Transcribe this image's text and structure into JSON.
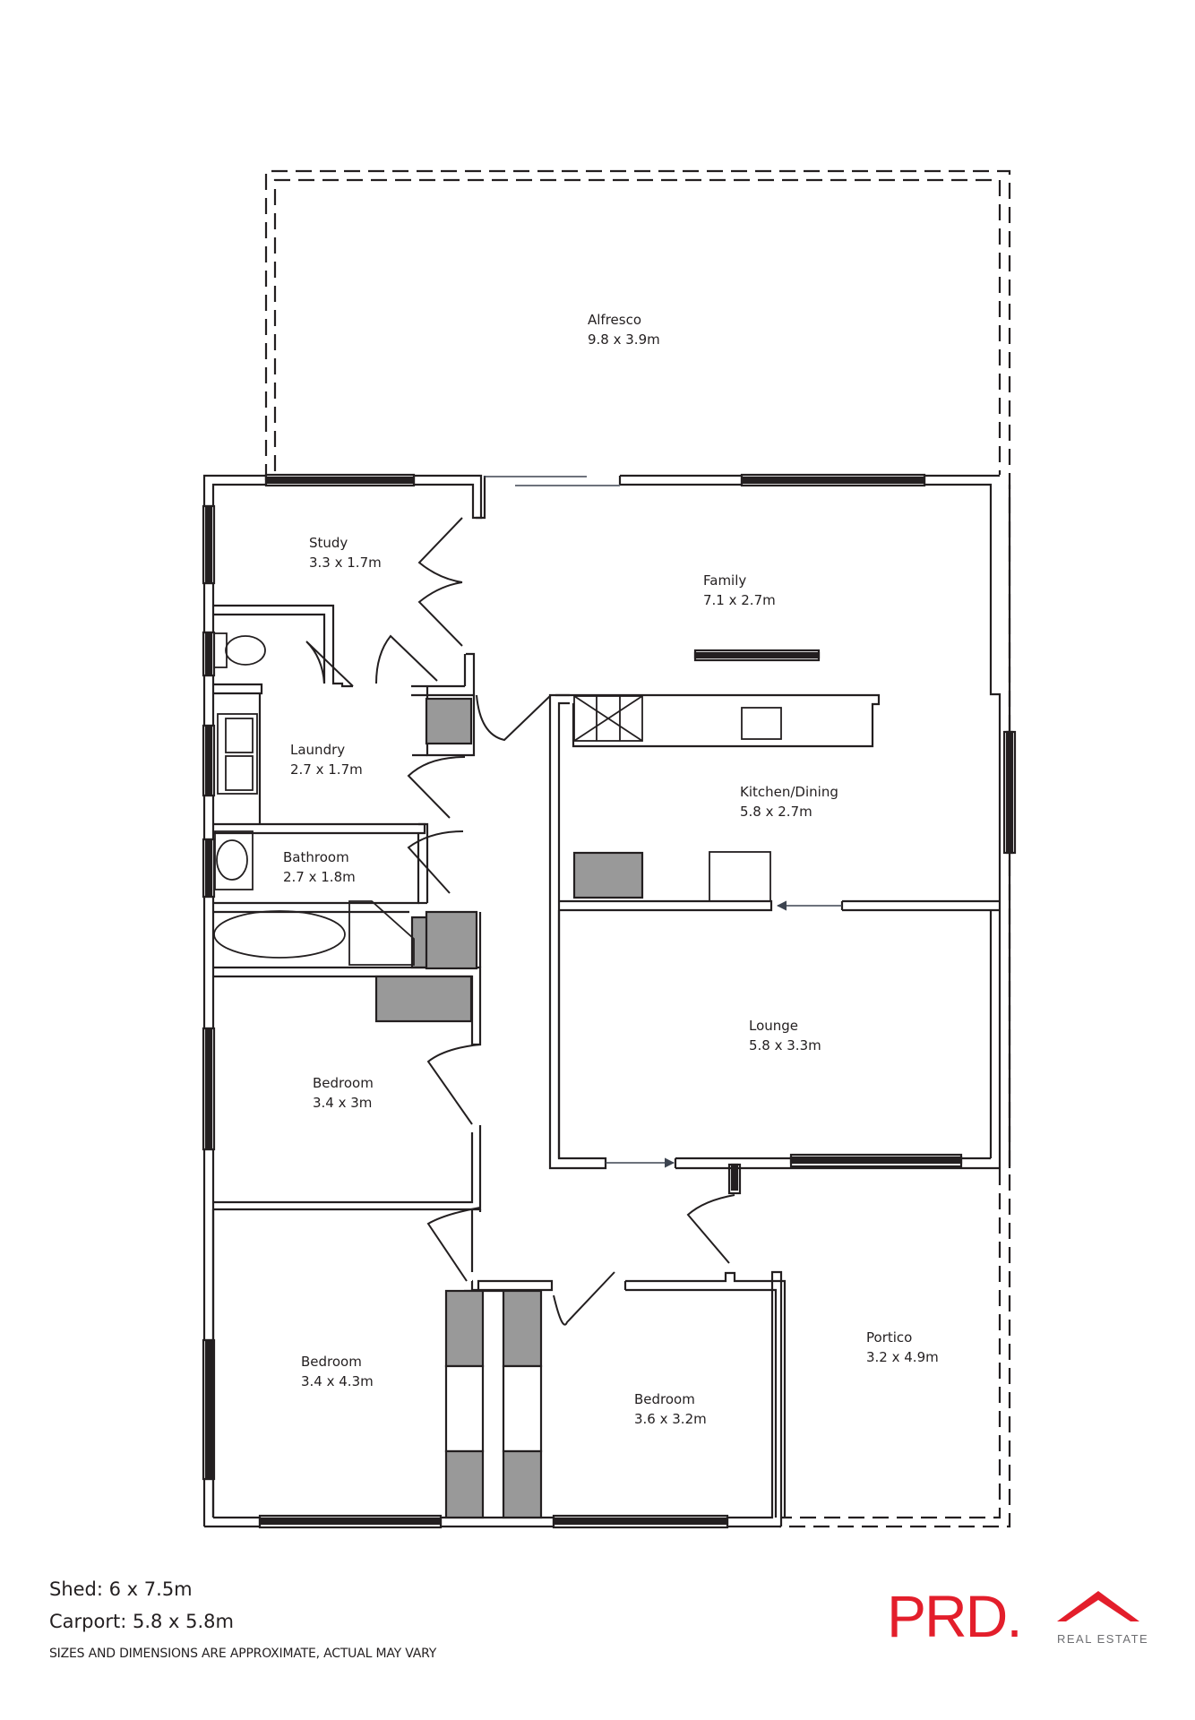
{
  "rooms": [
    {
      "id": "alfresco",
      "name": "Alfresco",
      "dimensions": "9.8 x 3.9m"
    },
    {
      "id": "study",
      "name": "Study",
      "dimensions": "3.3 x 1.7m"
    },
    {
      "id": "family",
      "name": "Family",
      "dimensions": "7.1 x 2.7m"
    },
    {
      "id": "laundry",
      "name": "Laundry",
      "dimensions": "2.7 x 1.7m"
    },
    {
      "id": "kitchen-dining",
      "name": "Kitchen/Dining",
      "dimensions": "5.8 x 2.7m"
    },
    {
      "id": "bathroom",
      "name": "Bathroom",
      "dimensions": "2.7 x 1.8m"
    },
    {
      "id": "lounge",
      "name": "Lounge",
      "dimensions": "5.8 x 3.3m"
    },
    {
      "id": "bedroom-2",
      "name": "Bedroom",
      "dimensions": "3.4 x 3m"
    },
    {
      "id": "portico",
      "name": "Portico",
      "dimensions": "3.2 x 4.9m"
    },
    {
      "id": "bedroom-1",
      "name": "Bedroom",
      "dimensions": "3.4 x 4.3m"
    },
    {
      "id": "bedroom-3",
      "name": "Bedroom",
      "dimensions": "3.6 x 3.2m"
    }
  ],
  "footer": {
    "shed": "Shed: 6 x 7.5m",
    "carport": "Carport: 5.8 x 5.8m",
    "disclaimer": "SIZES AND DIMENSIONS ARE APPROXIMATE, ACTUAL MAY VARY"
  },
  "logo": {
    "brand": "PRD.",
    "sub": "REAL ESTATE",
    "color": "#e31e2b",
    "sub_color": "#6d6e71"
  },
  "colors": {
    "wall": "#231f20",
    "fixture_fill": "#999999",
    "arrow": "#3d4450"
  }
}
